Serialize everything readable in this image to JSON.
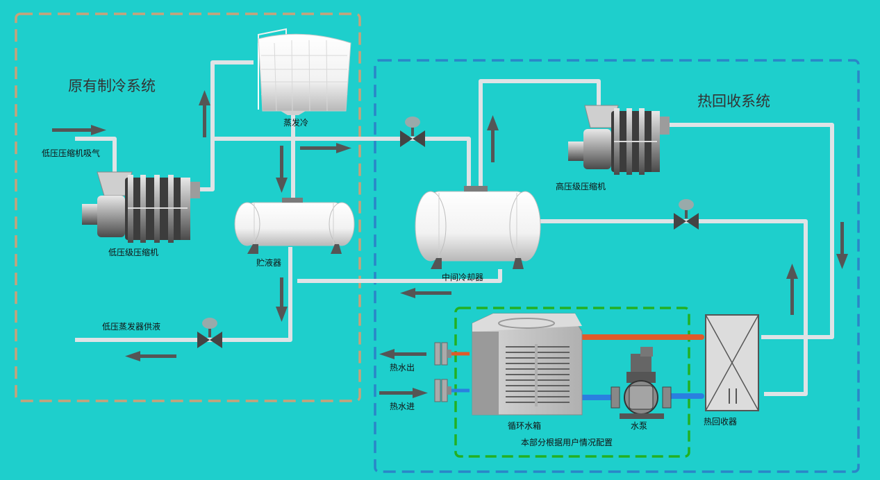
{
  "titles": {
    "original_system": "原有制冷系统",
    "heat_recovery_system": "热回收系统"
  },
  "labels": {
    "low_pressure_suction": "低压压缩机吸气",
    "low_stage_compressor": "低压级压缩机",
    "evaporative_condenser": "蒸发冷",
    "receiver": "贮液器",
    "intercooler": "中间冷却器",
    "high_stage_compressor": "高压级压缩机",
    "low_pressure_evaporator_supply": "低压蒸发器供液",
    "hot_water_out": "热水出",
    "hot_water_in": "热水进",
    "circulation_tank": "循环水箱",
    "water_pump": "水泵",
    "heat_recovery_unit": "热回收器",
    "user_config_note": "本部分根据用户情况配置"
  },
  "colors": {
    "background": "#1ecfcc",
    "pipe": "#dfe3e6",
    "hot_pipe": "#e05a2a",
    "cold_pipe": "#2a7fe0",
    "arrow": "#555555",
    "border_original": "#c8a27a",
    "border_heat_recovery": "#2a86c8",
    "border_user_section": "#22b022"
  }
}
